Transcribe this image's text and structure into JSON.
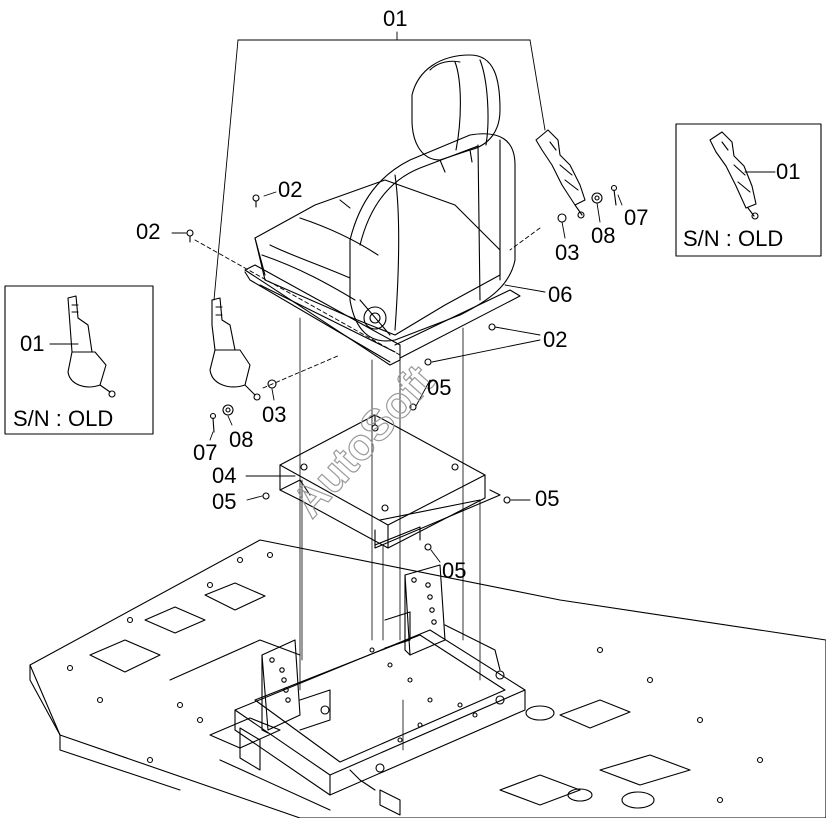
{
  "callouts": {
    "c01_top": "01",
    "c02_a": "02",
    "c02_b": "02",
    "c02_c": "02",
    "c03_r": "03",
    "c03_l": "03",
    "c04": "04",
    "c05_a": "05",
    "c05_b": "05",
    "c05_c": "05",
    "c05_d": "05",
    "c06": "06",
    "c07_r": "07",
    "c07_l": "07",
    "c08_r": "08",
    "c08_l": "08"
  },
  "inset_left": {
    "part": "01",
    "note": "S/N : OLD"
  },
  "inset_right": {
    "part": "01",
    "note": "S/N : OLD"
  },
  "watermark": "AutoSoft"
}
